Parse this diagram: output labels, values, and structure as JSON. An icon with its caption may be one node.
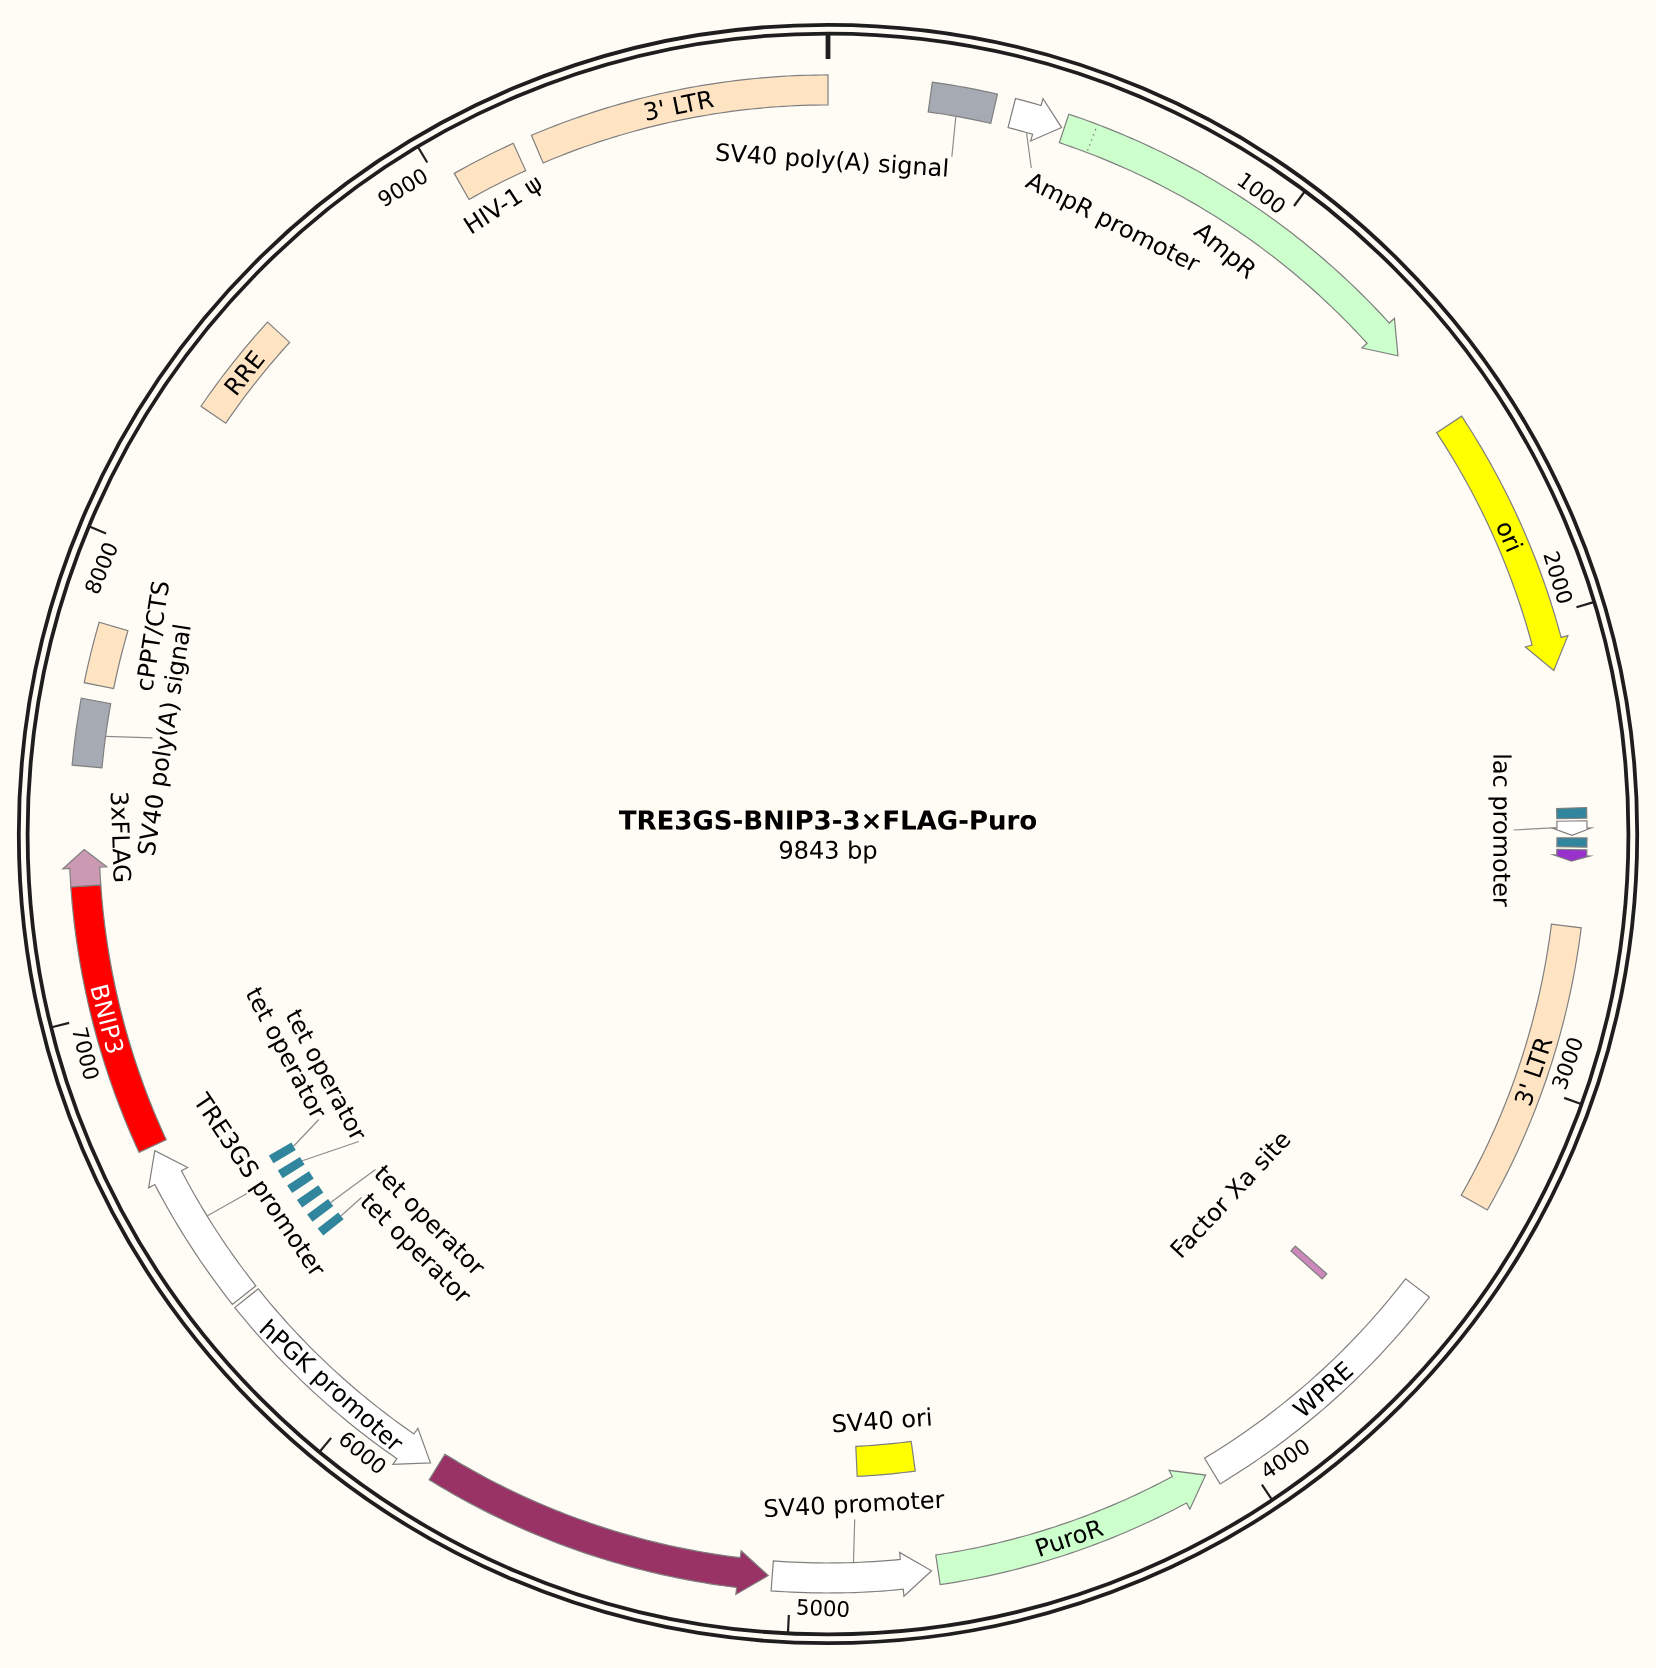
{
  "diagram": {
    "title": "TRE3GS-BNIP3-3×FLAG-Puro",
    "nodes": [
      {
        "text": [
          "3' LTR"
        ]
      },
      {
        "text": [
          "SV40 poly(A) signal"
        ]
      },
      {
        "text": [],
        "shape": "box"
      },
      {
        "text": [
          "AmpR promoter"
        ]
      },
      {
        "text": [],
        "shape": "arrow"
      },
      {
        "text": [
          "AmpR"
        ]
      },
      {
        "text": [
          "ori"
        ]
      },
      {
        "text": [
          "lac promoter"
        ]
      },
      {
        "text": [],
        "shape": "box"
      },
      {
        "text": [],
        "shape": "arrow"
      },
      {
        "text": [],
        "shape": "box"
      },
      {
        "text": [],
        "shape": "arrow"
      },
      {
        "text": [
          "3' LTR"
        ]
      },
      {
        "text": [
          "Factor Xa site"
        ]
      },
      {
        "text": [
          "WPRE"
        ]
      },
      {
        "text": [
          "PuroR"
        ]
      },
      {
        "text": [
          "SV40 ori"
        ]
      },
      {
        "text": [
          "SV40 promoter"
        ]
      },
      {
        "text": [],
        "shape": "arrow"
      },
      {
        "text": [],
        "shape": "arrow"
      },
      {
        "text": [
          "hPGK promoter"
        ]
      },
      {
        "text": [
          "TRE3GS promoter"
        ]
      },
      {
        "text": [],
        "shape": "arrow"
      },
      {
        "text": [
          "tet operator"
        ]
      },
      {
        "text": [
          "tet operator"
        ]
      },
      {
        "text": [
          "tet operator"
        ]
      },
      {
        "text": [
          "tet operator"
        ]
      },
      {
        "text": [],
        "shape": "bar"
      },
      {
        "text": [],
        "shape": "bar"
      },
      {
        "text": [],
        "shape": "bar"
      },
      {
        "text": [],
        "shape": "bar"
      },
      {
        "text": [],
        "shape": "bar"
      },
      {
        "text": [],
        "shape": "bar"
      },
      {
        "text": [
          "BNIP3"
        ]
      },
      {
        "text": [
          "3xFLAG"
        ]
      },
      {
        "text": [
          "SV40 poly(A) signal"
        ]
      },
      {
        "text": [],
        "shape": "box"
      },
      {
        "text": [
          "cPPT/CTS"
        ]
      },
      {
        "text": [
          "RRE"
        ]
      },
      {
        "text": [
          "HIV-1 ψ"
        ]
      }
    ],
    "edges": [
      {
        "from": 1,
        "to": 2,
        "arrow": "none"
      },
      {
        "from": 3,
        "to": 4,
        "arrow": "none"
      },
      {
        "from": 7,
        "to": 9,
        "arrow": "none"
      },
      {
        "from": 17,
        "to": 18,
        "arrow": "none"
      },
      {
        "from": 21,
        "to": 22,
        "arrow": "none"
      },
      {
        "from": 23,
        "to": 27,
        "arrow": "none"
      },
      {
        "from": 24,
        "to": 28,
        "arrow": "none"
      },
      {
        "from": 25,
        "to": 31,
        "arrow": "none"
      },
      {
        "from": 26,
        "to": 32,
        "arrow": "none"
      },
      {
        "from": 35,
        "to": 36,
        "arrow": "none"
      }
    ],
    "labels": [
      "1000",
      "2000",
      "3000",
      "4000",
      "5000",
      "6000",
      "7000",
      "8000",
      "9000",
      "9843 bp"
    ]
  }
}
